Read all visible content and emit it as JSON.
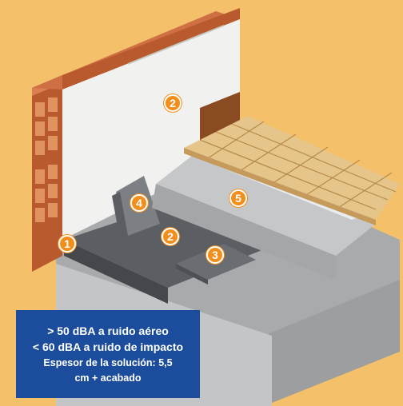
{
  "colors": {
    "background": "#f5c06a",
    "info_box": "#1c4d9c",
    "badge": "#f28e1c",
    "brick": "#c96a3a",
    "concrete": "#b9babc",
    "wood": "#e6c58b"
  },
  "callouts": [
    "1",
    "2",
    "3",
    "4",
    "2",
    "5"
  ],
  "info": {
    "line1": "> 50 dBA a ruido aéreo",
    "line2": "< 60 dBA a ruido de impacto",
    "line3": "Espesor de la solución: 5,5",
    "line4": "cm + acabado"
  }
}
